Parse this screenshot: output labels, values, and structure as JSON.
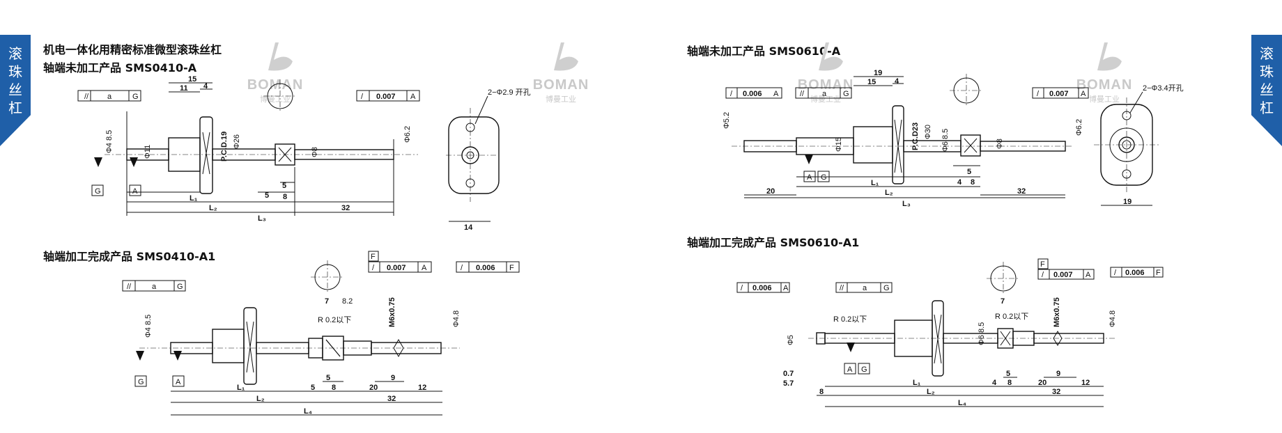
{
  "side_tab": "滚珠丝杠",
  "main_title": "机电一体化用精密标准微型滚珠丝杠",
  "sections": {
    "tl": "轴端未加工产品 SMS0410-A",
    "bl": "轴端加工完成产品  SMS0410-A1",
    "tr": "轴端未加工产品 SMS0610-A",
    "br": "轴端加工完成产品  SMS0610-A1"
  },
  "watermark": {
    "brand": "BOMAN",
    "sub": "博曼工业"
  },
  "tl": {
    "tol_a": "a",
    "ref_g": "G",
    "ref_a": "A",
    "tol_007": "0.007",
    "ref_a2": "A",
    "d15": "15",
    "d11": "11",
    "d4": "4",
    "d5a": "5",
    "d5b": "5",
    "d8": "8",
    "d32": "32",
    "d14": "14",
    "phi8": "Φ8",
    "phi11": "Φ11",
    "phi4": "Φ4 8.5",
    "pcd": "P.C.D.19",
    "phi26": "Φ26",
    "phi62": "Φ6.2",
    "holes": "2−Φ2.9 开孔",
    "l1": "L₁",
    "l2": "L₂",
    "l3": "L₃"
  },
  "bl": {
    "tol_a": "a",
    "ref_g": "G",
    "ref_a": "A",
    "ref_f": "F",
    "tol_007": "0.007",
    "tol_006": "0.006",
    "ref_a2": "A",
    "ref_f2": "F",
    "d7": "7",
    "d82": "8.2",
    "d5a": "5",
    "d5b": "5",
    "d8": "8",
    "d20": "20",
    "d9": "9",
    "d32": "32",
    "d12": "12",
    "r02": "R 0.2以下",
    "m6": "M6x0.75",
    "phi4": "Φ4 8.5",
    "phi48": "Φ4.8",
    "l1": "L₁",
    "l2": "L₂",
    "l4": "L₄"
  },
  "tr": {
    "tol_006": "0.006",
    "ref_a": "A",
    "tol_a": "a",
    "ref_g": "G",
    "tol_007": "0.007",
    "ref_a2": "A",
    "d19": "19",
    "d15": "15",
    "d4": "4",
    "d4b": "4",
    "d5": "5",
    "d8": "8",
    "d20": "20",
    "d32": "32",
    "d19b": "19",
    "phi52": "Φ5.2",
    "phi15": "Φ15",
    "pcd": "P.C.D23",
    "phi30": "Φ30",
    "phi6": "Φ6 8.5",
    "phi8": "Φ8",
    "phi62": "Φ6.2",
    "holes": "2−Φ3.4开孔",
    "l1": "L₁",
    "l2": "L₂",
    "l3": "L₃"
  },
  "br": {
    "tol_006": "0.006",
    "ref_a": "A",
    "tol_a": "a",
    "ref_g": "G",
    "ref_f": "F",
    "tol_007": "0.007",
    "ref_a2": "A",
    "tol_006b": "0.006",
    "ref_f2": "F",
    "d07": "0.7",
    "d57": "5.7",
    "d8": "8",
    "d4": "4",
    "d5": "5",
    "d8b": "8",
    "d20": "20",
    "d9": "9",
    "d32": "32",
    "d12": "12",
    "d7": "7",
    "r02a": "R 0.2以下",
    "r02b": "R 0.2以下",
    "m6": "M6x0.75",
    "phi5": "Φ5",
    "phi6": "Φ6 8.5",
    "phi48": "Φ4.8",
    "l1": "L₁",
    "l2": "L₂",
    "l4": "L₄"
  }
}
